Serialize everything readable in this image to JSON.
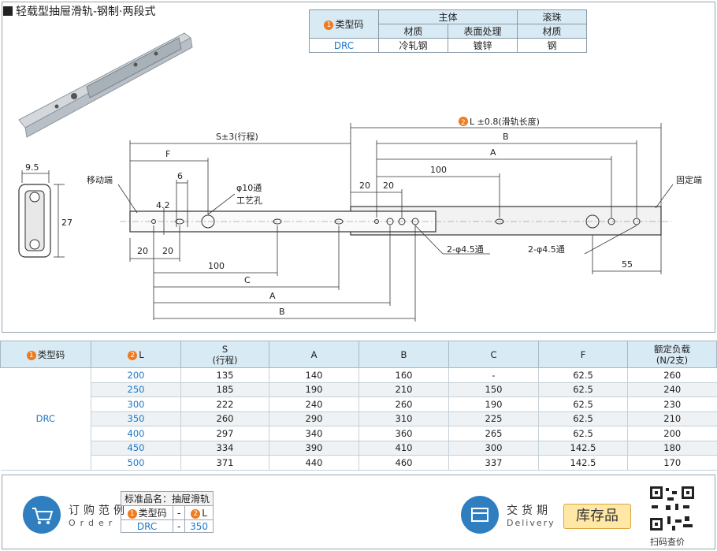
{
  "title": "轻载型抽屉滑轨-钢制·两段式",
  "spec_table": {
    "type_header": "类型码",
    "type_badge": "1",
    "main_header": "主体",
    "ball_header": "滚珠",
    "material": "材质",
    "surface": "表面处理",
    "ball_material": "材质",
    "type_value": "DRC",
    "main_material_value": "冷轧钢",
    "surface_value": "镀锌",
    "ball_value": "钢"
  },
  "drawing": {
    "dim_9_5": "9.5",
    "dim_27": "27",
    "label_moving": "移动端",
    "label_fixed": "固定端",
    "dim_S": "S±3(行程)",
    "dim_F": "F",
    "dim_6": "6",
    "dim_4_2": "4.2",
    "hole10_a": "φ10通",
    "hole10_b": "工艺孔",
    "dim_20a": "20",
    "dim_20b": "20",
    "dim_20c": "20",
    "dim_20d": "20",
    "dim_100a": "100",
    "dim_100b": "100",
    "dim_C": "C",
    "dim_A1": "A",
    "dim_B1": "B",
    "dim_A2": "A",
    "dim_B2": "B",
    "dim_L": "L ±0.8(滑轨长度)",
    "dim_L_badge": "2",
    "hole45_a": "2-φ4.5通",
    "hole45_b": "2-φ4.5通",
    "dim_55": "55"
  },
  "table": {
    "headers": {
      "type": "类型码",
      "type_badge": "1",
      "L": "L",
      "L_badge": "2",
      "S1": "S",
      "S2": "(行程)",
      "A": "A",
      "B": "B",
      "C": "C",
      "F": "F",
      "load1": "额定负载",
      "load2": "(N/2支)"
    },
    "type_value": "DRC",
    "rows": [
      {
        "L": "200",
        "S": "135",
        "A": "140",
        "B": "160",
        "C": "-",
        "F": "62.5",
        "load": "260"
      },
      {
        "L": "250",
        "S": "185",
        "A": "190",
        "B": "210",
        "C": "150",
        "F": "62.5",
        "load": "240"
      },
      {
        "L": "300",
        "S": "222",
        "A": "240",
        "B": "260",
        "C": "190",
        "F": "62.5",
        "load": "230"
      },
      {
        "L": "350",
        "S": "260",
        "A": "290",
        "B": "310",
        "C": "225",
        "F": "62.5",
        "load": "210"
      },
      {
        "L": "400",
        "S": "297",
        "A": "340",
        "B": "360",
        "C": "265",
        "F": "62.5",
        "load": "200"
      },
      {
        "L": "450",
        "S": "334",
        "A": "390",
        "B": "410",
        "C": "300",
        "F": "142.5",
        "load": "180"
      },
      {
        "L": "500",
        "S": "371",
        "A": "440",
        "B": "460",
        "C": "337",
        "F": "142.5",
        "load": "170"
      }
    ]
  },
  "footer": {
    "order_title": "订购范例",
    "order_sub": "Order",
    "std_name": "标准品名：抽屉滑轨",
    "type_label": "类型码",
    "type_badge": "1",
    "dash": "-",
    "L_label": "L",
    "L_badge": "2",
    "type_value": "DRC",
    "dash2": "-",
    "L_value": "350",
    "delivery_title": "交货期",
    "delivery_sub": "Delivery",
    "stock": "库存品",
    "qr_label": "扫码查价"
  }
}
